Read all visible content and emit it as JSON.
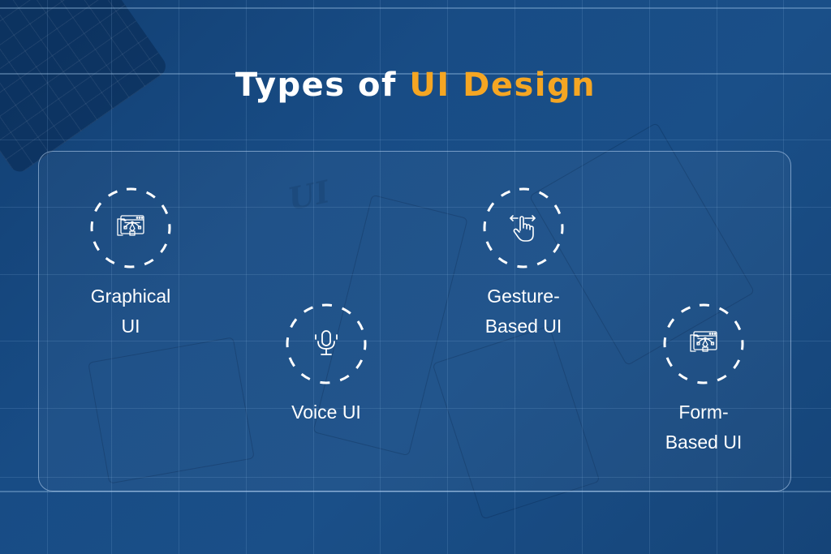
{
  "title": {
    "part1": "Types of",
    "part2": "UI Design",
    "accent_color": "#f5a623",
    "text_color": "#ffffff"
  },
  "background": {
    "primary_color": "#184c85"
  },
  "items": [
    {
      "icon": "graphical-ui-icon",
      "line1": "Graphical",
      "line2": "UI"
    },
    {
      "icon": "microphone-icon",
      "line1": "Voice UI",
      "line2": ""
    },
    {
      "icon": "gesture-hand-icon",
      "line1": "Gesture-",
      "line2": "Based UI"
    },
    {
      "icon": "form-ui-icon",
      "line1": "Form-",
      "line2": "Based UI"
    }
  ]
}
